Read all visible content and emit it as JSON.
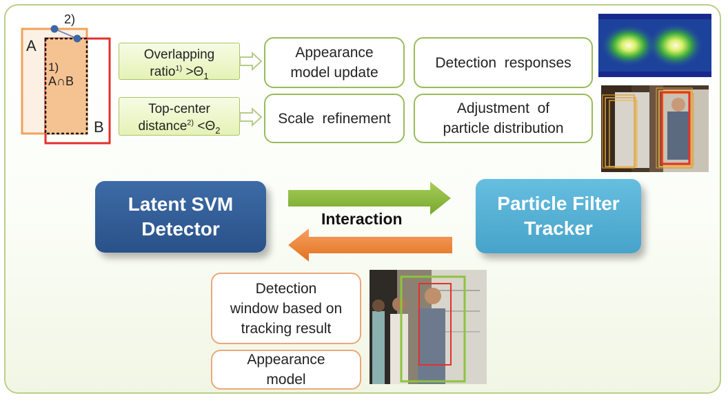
{
  "venn": {
    "label_a": "A",
    "label_b": "B",
    "label_1": "1)",
    "label_2": "2)",
    "label_intersection": "A∩B"
  },
  "conditions": [
    {
      "line1": "Overlapping",
      "line2_prefix": "ratio",
      "line2_sup": "1)",
      "line2_op": " >Θ",
      "line2_sub": "1"
    },
    {
      "line1": "Top-center",
      "line2_prefix": "distance",
      "line2_sup": "2)",
      "line2_op": " <Θ",
      "line2_sub": "2"
    }
  ],
  "detector_effects": [
    {
      "lines": [
        "Appearance",
        "model update"
      ]
    },
    {
      "lines": [
        "Scale  refinement"
      ]
    }
  ],
  "tracker_effects": [
    {
      "lines": [
        "Detection  responses"
      ]
    },
    {
      "lines": [
        "Adjustment  of",
        "particle distribution"
      ]
    }
  ],
  "detector": {
    "lines": [
      "Latent SVM",
      "Detector"
    ]
  },
  "tracker": {
    "lines": [
      "Particle Filter",
      "Tracker"
    ]
  },
  "interaction_label": "Interaction",
  "feedback_boxes": [
    {
      "lines": [
        "Detection",
        "window based on",
        "tracking result"
      ]
    },
    {
      "lines": [
        "Appearance",
        "model"
      ]
    }
  ],
  "colors": {
    "detector": "#2d558e",
    "tracker": "#55b0d6",
    "arrow_green": "#8dbb3b",
    "arrow_orange": "#ec8232",
    "box_a": "#f2a15a",
    "box_b": "#e4302a",
    "frame": "#b9cf87"
  },
  "icons": [
    "heatmap-image",
    "tracking-photo",
    "detection-photo"
  ]
}
